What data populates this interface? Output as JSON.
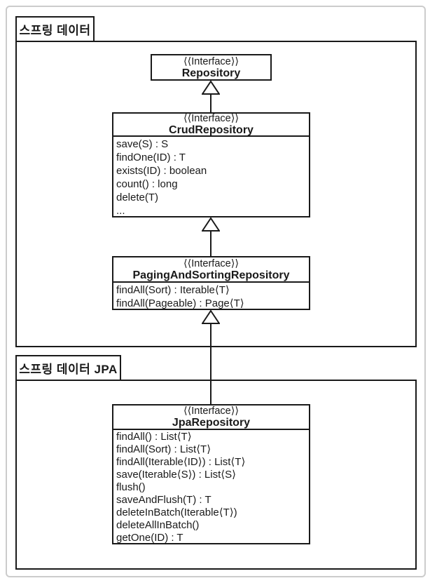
{
  "diagram": {
    "colors": {
      "line": "#1a1a1a",
      "frame": "#cccccc",
      "background": "#ffffff"
    },
    "packages": [
      {
        "label": "스프링 데이터"
      },
      {
        "label": "스프링 데이터 JPA"
      }
    ],
    "interfaces": [
      {
        "stereotype": "⟨⟨Interface⟩⟩",
        "name": "Repository",
        "methods": []
      },
      {
        "stereotype": "⟨⟨Interface⟩⟩",
        "name": "CrudRepository",
        "methods": [
          "save(S) : S",
          "findOne(ID) : T",
          "exists(ID) : boolean",
          "count() : long",
          "delete(T)",
          "..."
        ]
      },
      {
        "stereotype": "⟨⟨Interface⟩⟩",
        "name": "PagingAndSortingRepository",
        "methods": [
          "findAll(Sort) : Iterable⟨T⟩",
          "findAll(Pageable) : Page⟨T⟩"
        ]
      },
      {
        "stereotype": "⟨⟨Interface⟩⟩",
        "name": "JpaRepository",
        "methods": [
          "findAll() : List⟨T⟩",
          "findAll(Sort) : List⟨T⟩",
          "findAll(Iterable⟨ID⟩) : List⟨T⟩",
          "save(Iterable⟨S⟩) : List⟨S⟩",
          "flush()",
          "saveAndFlush(T) : T",
          "deleteInBatch(Iterable⟨T⟩)",
          "deleteAllInBatch()",
          "getOne(ID) : T"
        ]
      }
    ]
  }
}
